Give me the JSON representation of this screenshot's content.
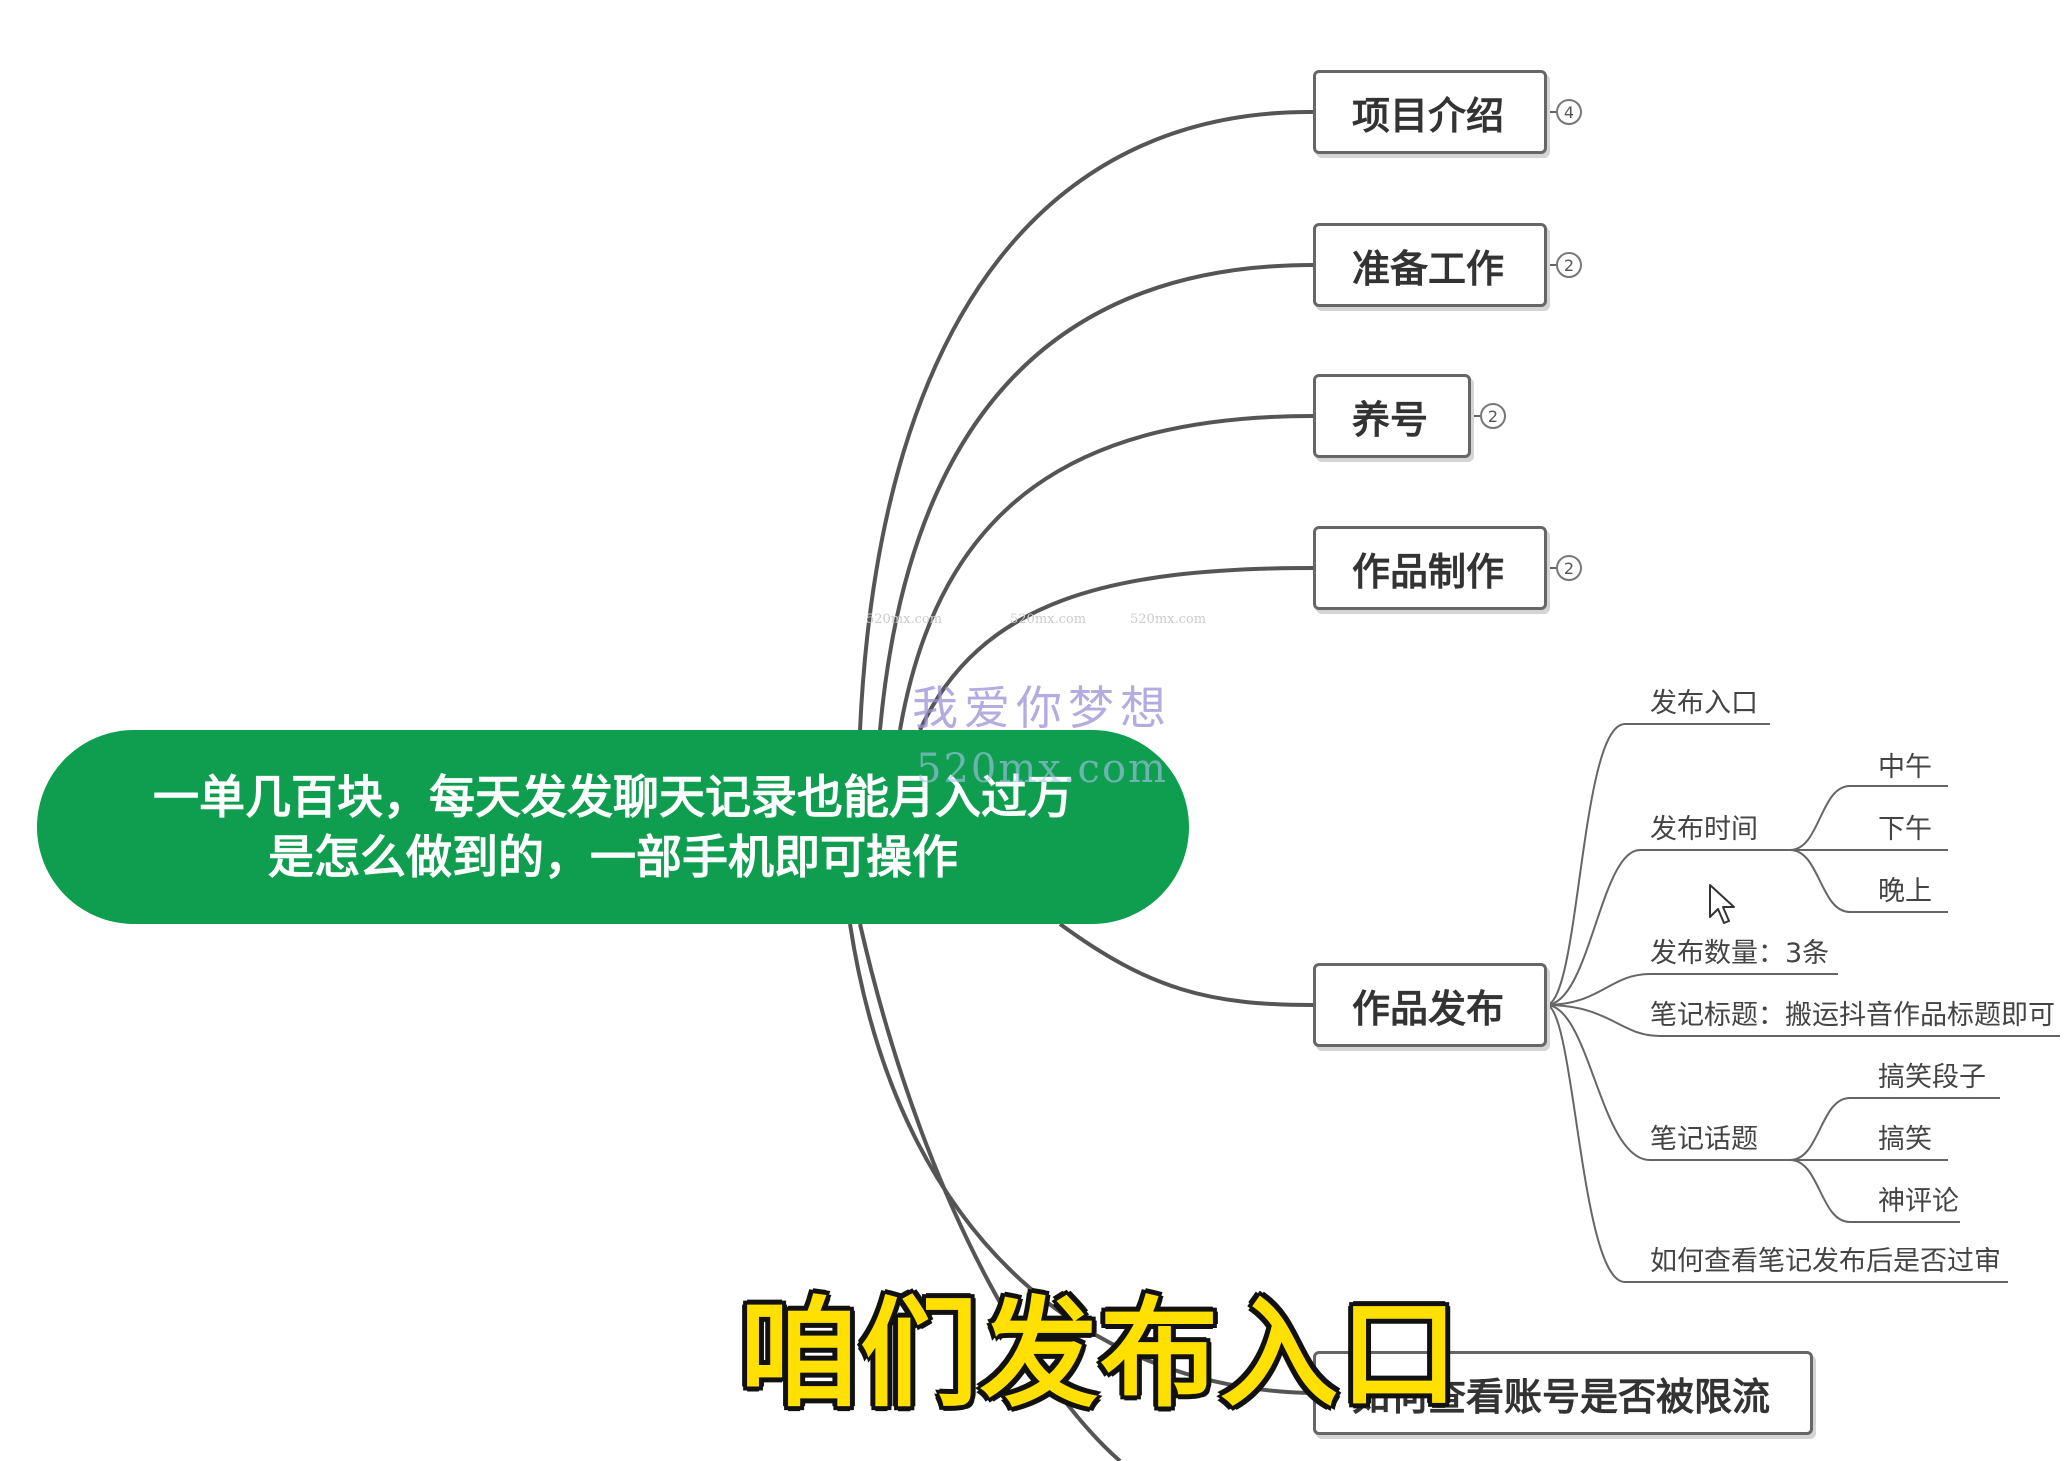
{
  "root": {
    "line1": "一单几百块，每天发发聊天记录也能月入过万",
    "line2": "是怎么做到的，一部手机即可操作",
    "color": "#0f9d4f"
  },
  "topics": [
    {
      "label": "项目介绍",
      "badge": "4"
    },
    {
      "label": "准备工作",
      "badge": "2"
    },
    {
      "label": "养号",
      "badge": "2"
    },
    {
      "label": "作品制作",
      "badge": "2"
    },
    {
      "label": "作品发布",
      "badge": ""
    },
    {
      "label": "如何查看账号是否被限流",
      "badge": ""
    }
  ],
  "publish_subtopics": [
    {
      "label": "发布入口"
    },
    {
      "label": "发布时间",
      "children": [
        "中午",
        "下午",
        "晚上"
      ]
    },
    {
      "label": "发布数量：3条"
    },
    {
      "label": "笔记标题：搬运抖音作品标题即可"
    },
    {
      "label": "笔记话题",
      "children": [
        "搞笑段子",
        "搞笑",
        "神评论"
      ]
    },
    {
      "label": "如何查看笔记发布后是否过审"
    }
  ],
  "watermark": {
    "text": "我爱你梦想",
    "domain": "520mx.com",
    "small": "520mx.com"
  },
  "caption": "咱们发布入口",
  "colors": {
    "line": "#555555",
    "caption_fill": "#ffe000",
    "caption_outline": "#111111"
  },
  "cursor_icon": "mouse-pointer-icon"
}
